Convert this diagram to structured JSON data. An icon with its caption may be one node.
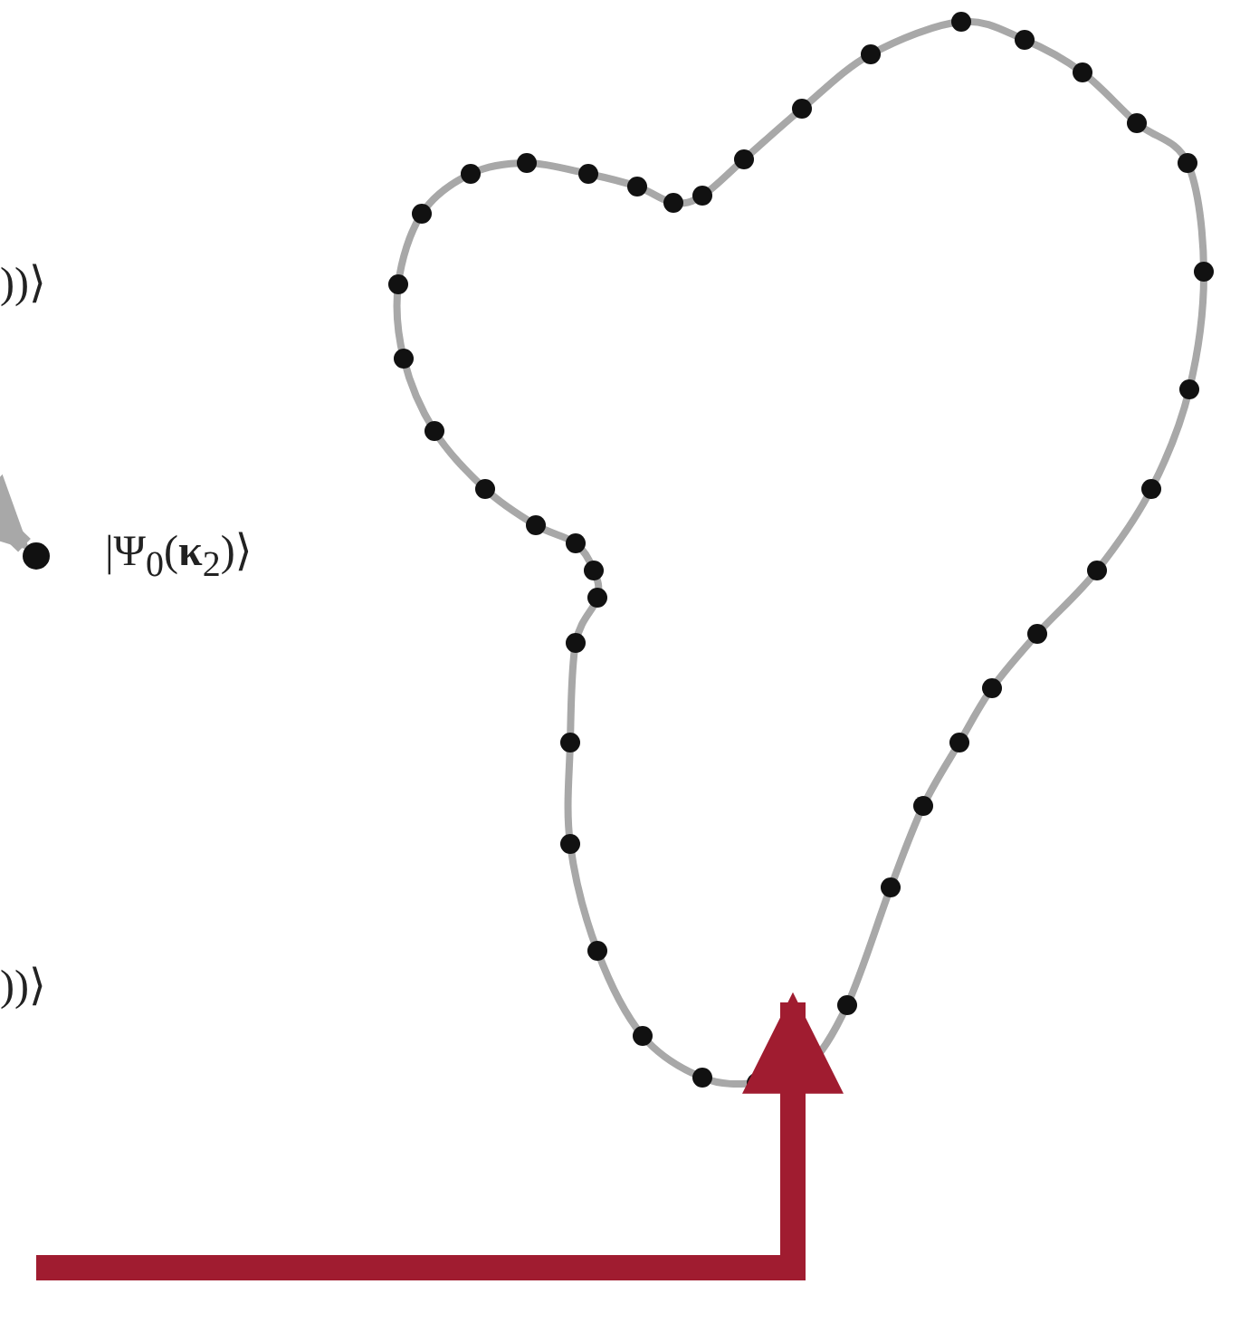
{
  "diagram": {
    "nodes": [
      {
        "text": [
          "|Ψ$_{0}$(**κ**$_{2}$)⟩"
        ]
      },
      {
        "text": [],
        "shape": "loop"
      }
    ],
    "edges": [
      {
        "from": null,
        "to": 0,
        "arrow": "to",
        "color": "#a8a8a8"
      },
      {
        "from": null,
        "to": 1,
        "arrow": "to",
        "color": "#a01c30"
      }
    ],
    "labels": [
      "))⟩",
      "))⟩"
    ]
  }
}
